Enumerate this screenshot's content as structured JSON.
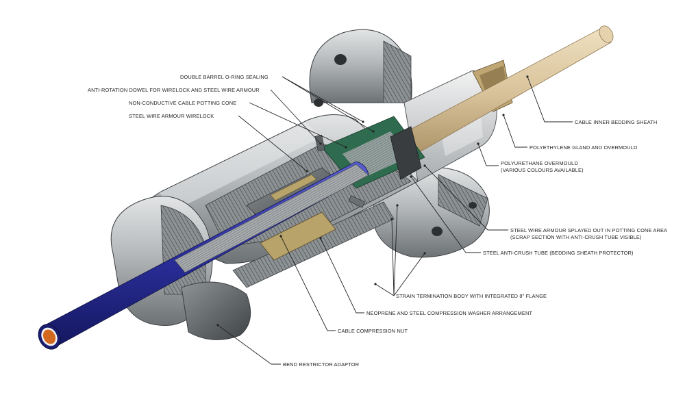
{
  "labels": {
    "double_barrel": "DOUBLE BARREL O-RING SEALING",
    "anti_rotation": "ANTI-ROTATION DOWEL FOR WIRELOCK AND STEEL WIRE ARMOUR",
    "potting_cone": "NON-CONDUCTIVE CABLE POTTING CONE",
    "wirelock": "STEEL WIRE ARMOUR WIRELOCK",
    "inner_bedding": "CABLE INNER BEDDING SHEATH",
    "pe_gland": "POLYETHYLENE GLAND AND OVERMOULD",
    "pu_overmould_1": "POLYURETHANE OVERMOULD",
    "pu_overmould_2": "(VARIOUS COLOURS AVAILABLE)",
    "splayed_1": "STEEL WIRE ARMOUR SPLAYED OUT IN POTTING CONE AREA",
    "splayed_2": "(SCRAP SECTION WITH ANTI-CRUSH TUBE VISIBLE)",
    "anti_crush": "STEEL ANTI-CRUSH TUBE (BEDDING SHEATH PROTECTOR)",
    "strain_body": "STRAIN TERMINATION BODY WITH INTEGRATED 8\" FLANGE",
    "neoprene": "NEOPRENE AND STEEL COMPRESSION WASHER ARRANGEMENT",
    "compression_nut": "CABLE COMPRESSION NUT",
    "bend_restrictor": "BEND RESTRICTOR ADAPTOR"
  },
  "colors": {
    "steel_light": "#cfd2d4",
    "steel_mid": "#9ea3a6",
    "steel_dark": "#5c6164",
    "hatch": "#4a4d50",
    "cable_blue": "#2b2f9c",
    "copper": "#d2691e",
    "bedding_tan": "#d8c29a",
    "potting_green": "#2f6b4e",
    "brass": "#b8a36a"
  }
}
